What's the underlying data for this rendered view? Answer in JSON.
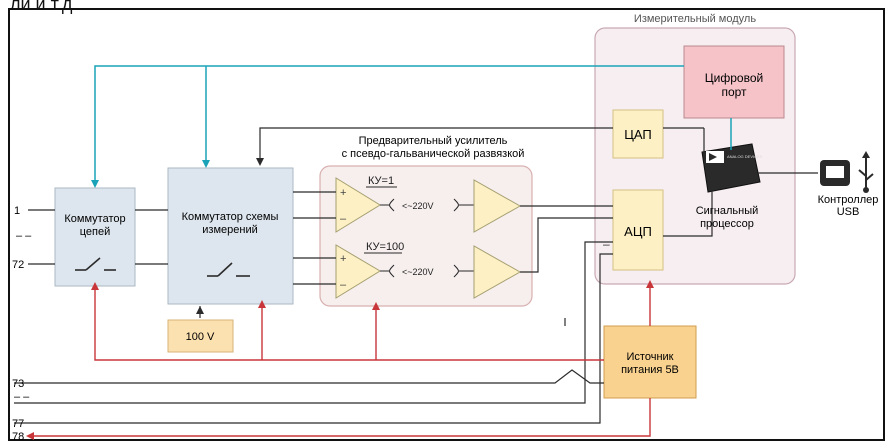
{
  "header_fragment": "ли и т.д.",
  "measurement_module": {
    "title": "Измерительный модуль"
  },
  "digital_port": {
    "line1": "Цифровой",
    "line2": "порт"
  },
  "dac": {
    "label": "ЦАП"
  },
  "adc": {
    "label": "АЦП"
  },
  "signal_processor": {
    "line1": "Сигнальный",
    "line2": "процессор",
    "logo_text": "ANALOG DEVICES"
  },
  "usb_controller": {
    "line1": "Контроллер",
    "line2": "USB"
  },
  "circuit_switch": {
    "line1": "Коммутатор",
    "line2": "цепей"
  },
  "scheme_switch": {
    "line1": "Коммутатор схемы",
    "line2": "измерений"
  },
  "preamp": {
    "title_line1": "Предварительный усилитель",
    "title_line2": "с псевдо-гальванической развязкой"
  },
  "amp1": {
    "gain": "КУ=1",
    "isolation": "<~220V"
  },
  "amp2": {
    "gain": "КУ=100",
    "isolation": "<~220V"
  },
  "voltage_source": {
    "label": "100 V"
  },
  "power_supply": {
    "line1": "Источник",
    "line2": "питания 5В"
  },
  "pin_labels": {
    "p1": "1",
    "p72": "72",
    "p73": "73",
    "p77": "77",
    "p78": "78",
    "dash": "–  –"
  },
  "colors": {
    "teal": "#1aa3b8",
    "red": "#c8363a",
    "dark": "#2b2b2b"
  }
}
